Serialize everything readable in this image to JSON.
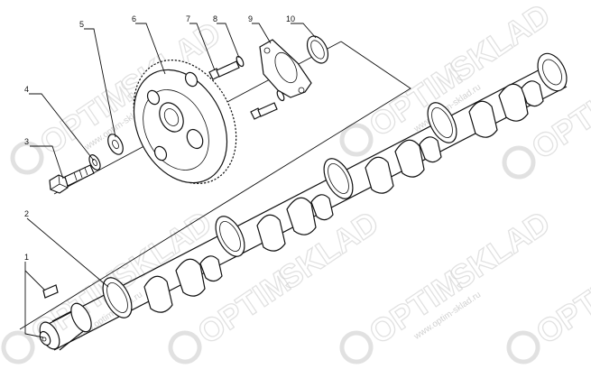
{
  "callouts": [
    {
      "id": "1",
      "label": "1"
    },
    {
      "id": "2",
      "label": "2"
    },
    {
      "id": "3",
      "label": "3"
    },
    {
      "id": "4",
      "label": "4"
    },
    {
      "id": "5",
      "label": "5"
    },
    {
      "id": "6",
      "label": "6"
    },
    {
      "id": "7",
      "label": "7"
    },
    {
      "id": "8",
      "label": "8"
    },
    {
      "id": "9",
      "label": "9"
    },
    {
      "id": "10",
      "label": "10"
    }
  ],
  "watermark": {
    "text_a": "OPTIM",
    "text_b": "SKLAD",
    "url": "www.optim-sklad.ru"
  }
}
